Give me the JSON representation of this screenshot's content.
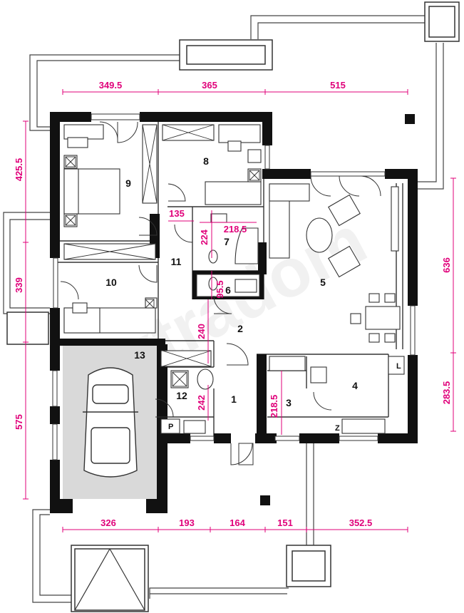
{
  "plan": {
    "watermark": "extradom",
    "rooms": [
      {
        "id": "room-1",
        "label": "1"
      },
      {
        "id": "room-2",
        "label": "2"
      },
      {
        "id": "room-3",
        "label": "3"
      },
      {
        "id": "room-4",
        "label": "4"
      },
      {
        "id": "room-5",
        "label": "5"
      },
      {
        "id": "room-6",
        "label": "6"
      },
      {
        "id": "room-7",
        "label": "7"
      },
      {
        "id": "room-8",
        "label": "8"
      },
      {
        "id": "room-9",
        "label": "9"
      },
      {
        "id": "room-10",
        "label": "10"
      },
      {
        "id": "room-11",
        "label": "11"
      },
      {
        "id": "room-12",
        "label": "12"
      },
      {
        "id": "room-13",
        "label": "13"
      }
    ],
    "fixture_tags": {
      "pantry": "P",
      "laundry": "L",
      "cabinet": "Z"
    },
    "dimensions": {
      "top": [
        "349.5",
        "365",
        "515"
      ],
      "bottom": [
        "326",
        "193",
        "164",
        "151",
        "352.5"
      ],
      "left": [
        "425.5",
        "339",
        "575"
      ],
      "right": [
        "636",
        "283.5"
      ],
      "inner": [
        "135",
        "218.5",
        "224",
        "95.5",
        "240",
        "242",
        "218.5"
      ]
    }
  }
}
